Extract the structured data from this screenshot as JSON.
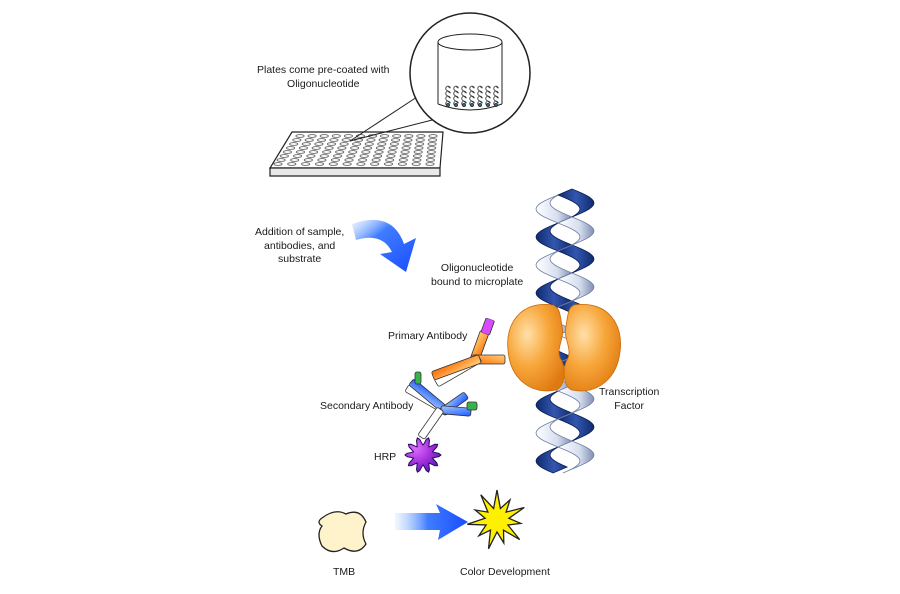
{
  "labels": {
    "plates": [
      "Plates come pre-coated with",
      "Oligonucleotide"
    ],
    "addition": [
      "Addition of sample,",
      "antibodies, and",
      "substrate"
    ],
    "oligo_bound": [
      "Oligonucleotide",
      "bound to microplate"
    ],
    "primary_antibody": "Primary Antibody",
    "secondary_antibody": "Secondary Antibody",
    "transcription_factor": [
      "Transcription",
      "Factor"
    ],
    "hrp": "HRP",
    "tmb": "TMB",
    "color_development": "Color Development"
  },
  "colors": {
    "blue_arrow": "#1a4cff",
    "dna_dark": "#1d3d8c",
    "dna_light": "#c9d3e6",
    "tf_orange": "#f59a23",
    "hrp_purple": "#a02ad8",
    "star_yellow": "#fff000",
    "tmb_cream": "#fff4cf"
  },
  "icons": [
    "microplate-icon",
    "well-zoom-icon",
    "dna-helix-icon",
    "transcription-factor-icon",
    "primary-antibody-icon",
    "secondary-antibody-icon",
    "hrp-enzyme-icon",
    "tmb-substrate-icon",
    "color-star-icon",
    "arrow-icon"
  ]
}
